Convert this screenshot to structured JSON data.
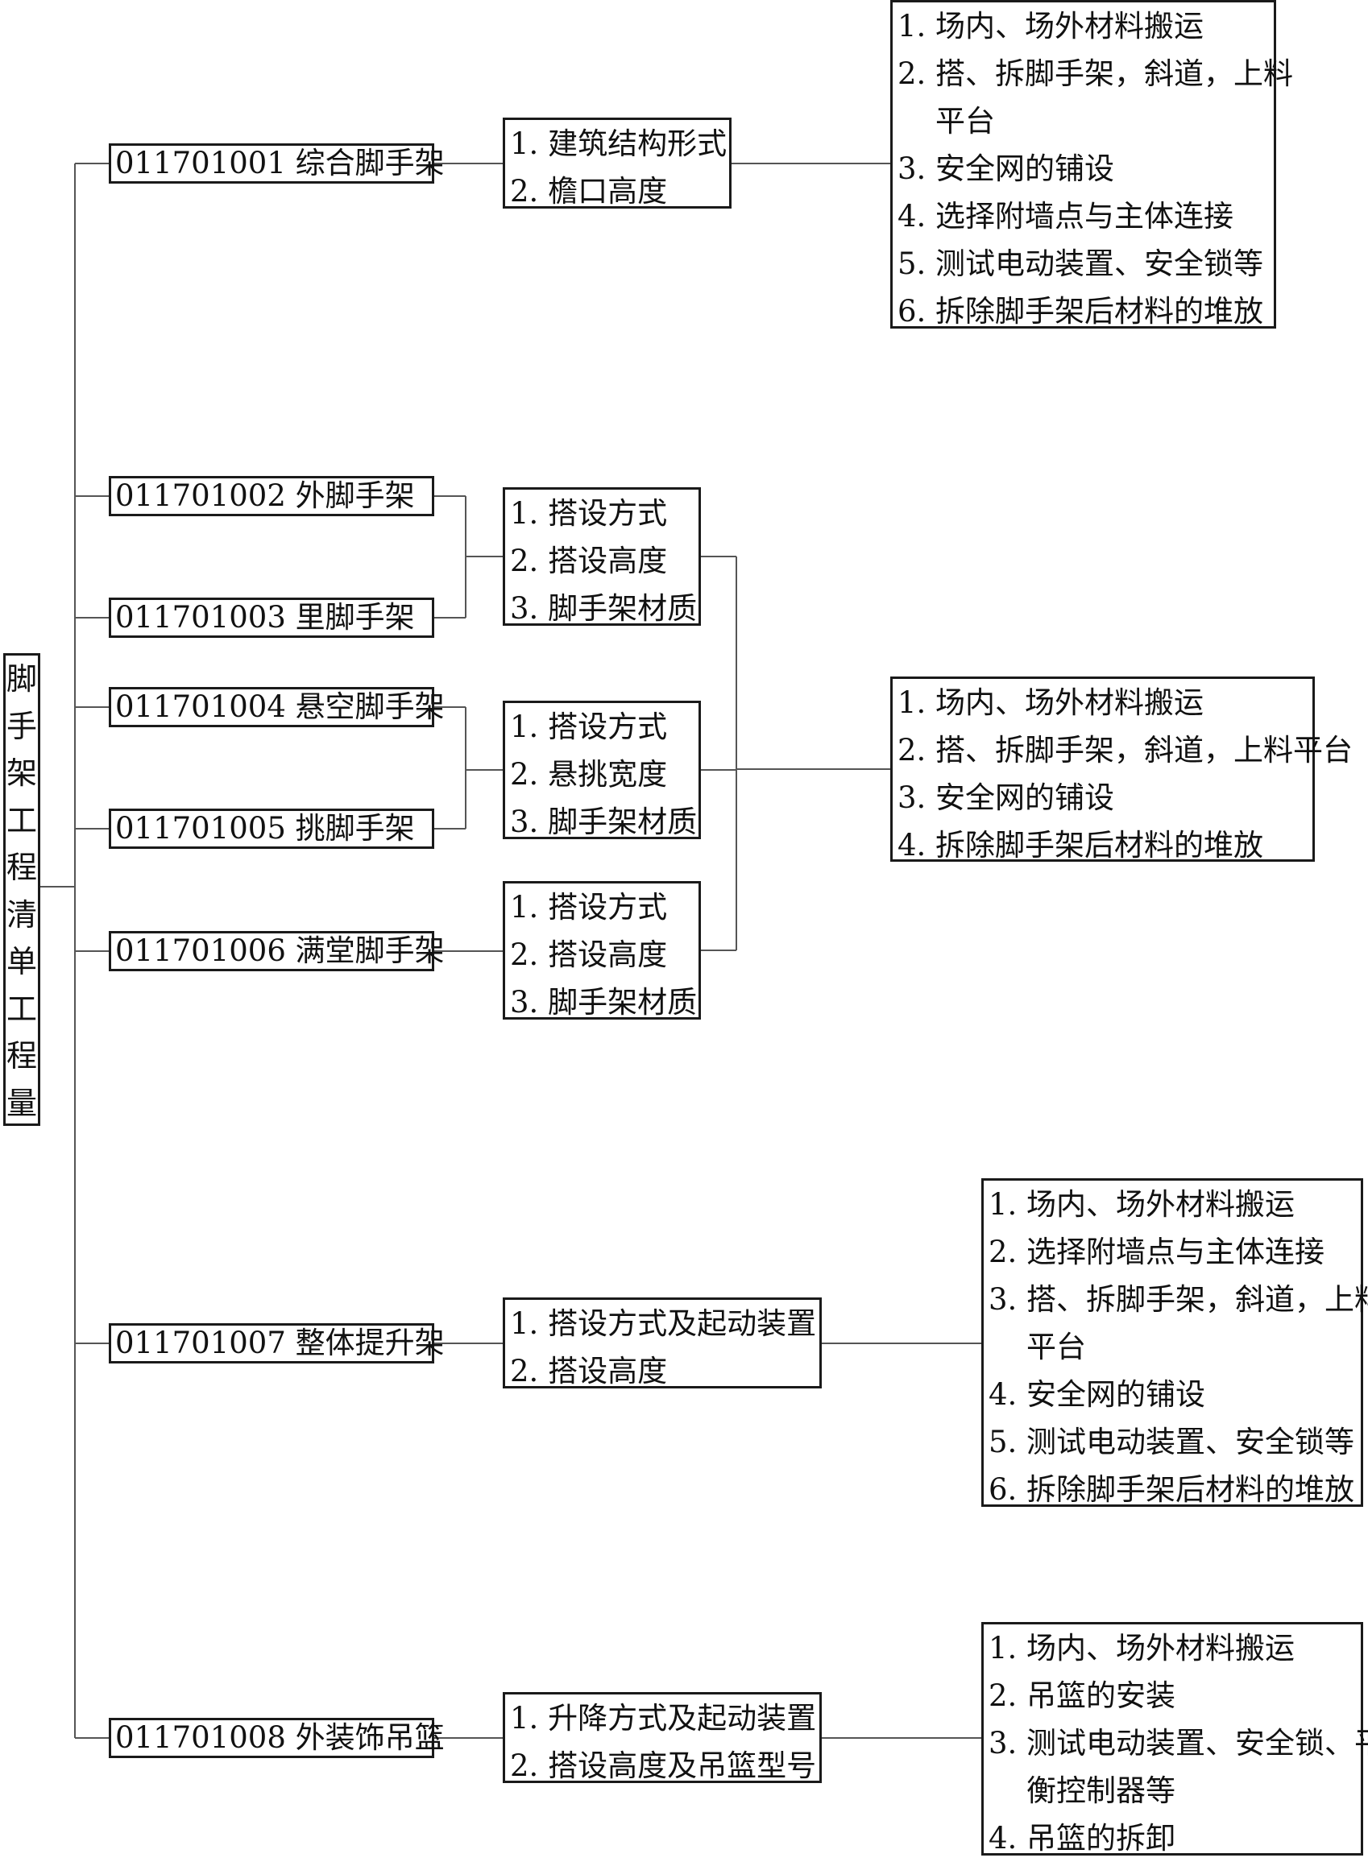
{
  "root": {
    "label": "脚手架工程清单工程量"
  },
  "items": [
    {
      "code": "011701001",
      "name": "综合脚手架"
    },
    {
      "code": "011701002",
      "name": "外脚手架"
    },
    {
      "code": "011701003",
      "name": "里脚手架"
    },
    {
      "code": "011701004",
      "name": "悬空脚手架"
    },
    {
      "code": "011701005",
      "name": "挑脚手架"
    },
    {
      "code": "011701006",
      "name": "满堂脚手架"
    },
    {
      "code": "011701007",
      "name": "整体提升架"
    },
    {
      "code": "011701008",
      "name": "外装饰吊篮"
    }
  ],
  "features": [
    [
      "1.  建筑结构形式",
      "2.  檐口高度"
    ],
    [
      "1.  搭设方式",
      "2.  搭设高度",
      "3.  脚手架材质"
    ],
    [
      "1.  搭设方式",
      "2.  悬挑宽度",
      "3.  脚手架材质"
    ],
    [
      "1.  搭设方式",
      "2.  搭设高度",
      "3.  脚手架材质"
    ],
    [
      "1.  搭设方式及起动装置",
      "2.  搭设高度"
    ],
    [
      "1.  升降方式及起动装置",
      "2.  搭设高度及吊篮型号"
    ]
  ],
  "work": [
    [
      {
        "num": "1.",
        "text": "场内、场外材料搬运"
      },
      {
        "num": "2.",
        "text": "搭、拆脚手架，斜道，上料",
        "cont": "平台"
      },
      {
        "num": "3.",
        "text": "安全网的铺设"
      },
      {
        "num": "4.",
        "text": "选择附墙点与主体连接"
      },
      {
        "num": "5.",
        "text": "测试电动装置、安全锁等"
      },
      {
        "num": "6.",
        "text": "拆除脚手架后材料的堆放"
      }
    ],
    [
      {
        "num": "1.",
        "text": "场内、场外材料搬运"
      },
      {
        "num": "2.",
        "text": "搭、拆脚手架，斜道，上料平台"
      },
      {
        "num": "3.",
        "text": "安全网的铺设"
      },
      {
        "num": "4.",
        "text": "拆除脚手架后材料的堆放"
      }
    ],
    [
      {
        "num": "1.",
        "text": "场内、场外材料搬运"
      },
      {
        "num": "2.",
        "text": "选择附墙点与主体连接"
      },
      {
        "num": "3.",
        "text": "搭、拆脚手架，斜道，上料",
        "cont": "平台"
      },
      {
        "num": "4.",
        "text": "安全网的铺设"
      },
      {
        "num": "5.",
        "text": "测试电动装置、安全锁等"
      },
      {
        "num": "6.",
        "text": "拆除脚手架后材料的堆放"
      }
    ],
    [
      {
        "num": "1.",
        "text": "场内、场外材料搬运"
      },
      {
        "num": "2.",
        "text": "吊篮的安装"
      },
      {
        "num": "3.",
        "text": "测试电动装置、安全锁、平",
        "cont": "衡控制器等"
      },
      {
        "num": "4.",
        "text": "吊篮的拆卸"
      }
    ]
  ]
}
